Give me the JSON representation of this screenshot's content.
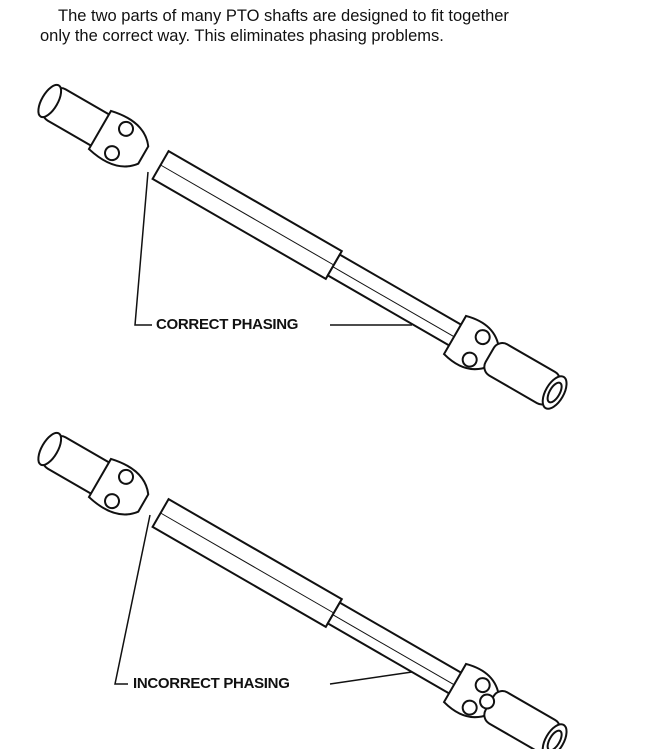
{
  "caption": {
    "line1": "The two parts of many PTO shafts are designed to fit together",
    "line2": "only the correct way. This eliminates phasing problems."
  },
  "figures": [
    {
      "label": "CORRECT PHASING"
    },
    {
      "label": "INCORRECT PHASING"
    }
  ]
}
